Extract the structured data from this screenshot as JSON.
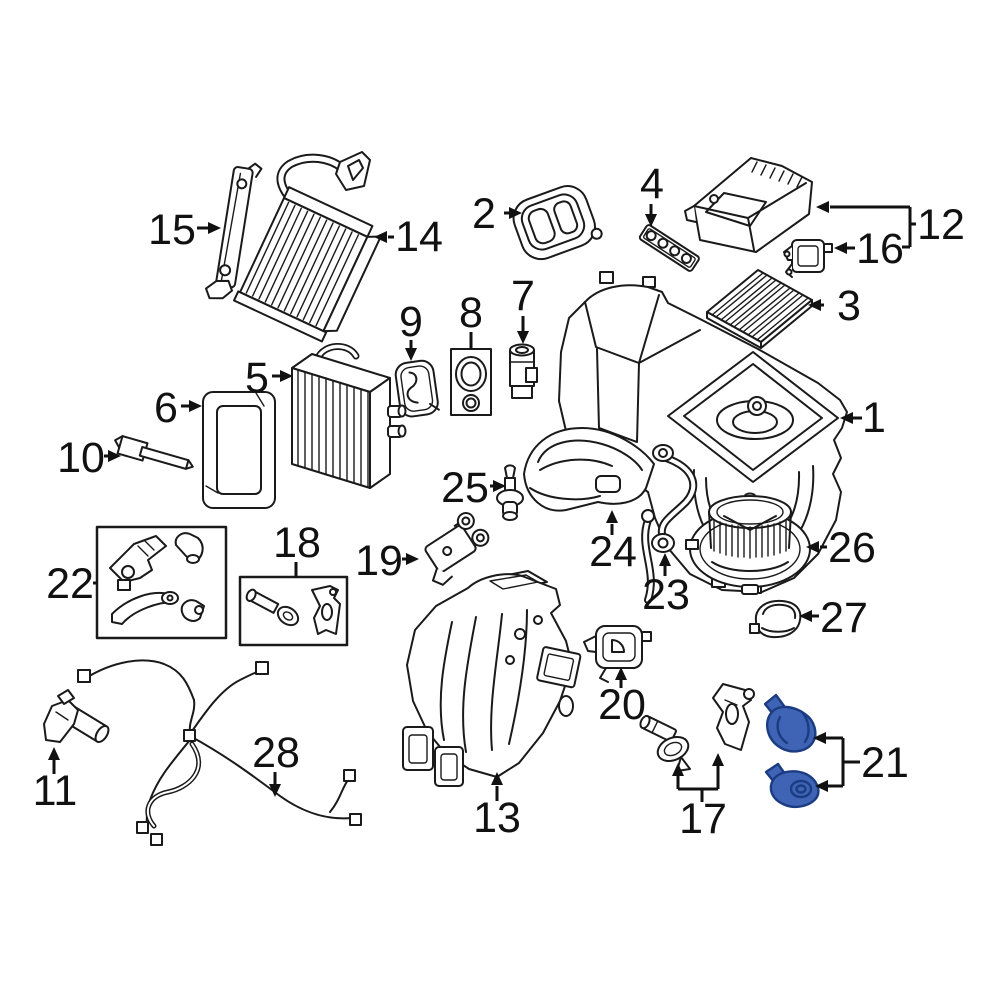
{
  "diagram": {
    "background_color": "#ffffff",
    "line_color": "#1a1a1a",
    "highlight_fill": "#3f63b5",
    "highlight_outline": "#1c3c82",
    "highlighted_callout": "21",
    "callouts": [
      {
        "number": "1",
        "highlighted": false
      },
      {
        "number": "2",
        "highlighted": false
      },
      {
        "number": "3",
        "highlighted": false
      },
      {
        "number": "4",
        "highlighted": false
      },
      {
        "number": "5",
        "highlighted": false
      },
      {
        "number": "6",
        "highlighted": false
      },
      {
        "number": "7",
        "highlighted": false
      },
      {
        "number": "8",
        "highlighted": false
      },
      {
        "number": "9",
        "highlighted": false
      },
      {
        "number": "10",
        "highlighted": false
      },
      {
        "number": "11",
        "highlighted": false
      },
      {
        "number": "12",
        "highlighted": false
      },
      {
        "number": "13",
        "highlighted": false
      },
      {
        "number": "14",
        "highlighted": false
      },
      {
        "number": "15",
        "highlighted": false
      },
      {
        "number": "16",
        "highlighted": false
      },
      {
        "number": "17",
        "highlighted": false
      },
      {
        "number": "18",
        "highlighted": false
      },
      {
        "number": "19",
        "highlighted": false
      },
      {
        "number": "20",
        "highlighted": false
      },
      {
        "number": "21",
        "highlighted": true
      },
      {
        "number": "22",
        "highlighted": false
      },
      {
        "number": "23",
        "highlighted": false
      },
      {
        "number": "24",
        "highlighted": false
      },
      {
        "number": "25",
        "highlighted": false
      },
      {
        "number": "26",
        "highlighted": false
      },
      {
        "number": "27",
        "highlighted": false
      },
      {
        "number": "28",
        "highlighted": false
      }
    ]
  }
}
